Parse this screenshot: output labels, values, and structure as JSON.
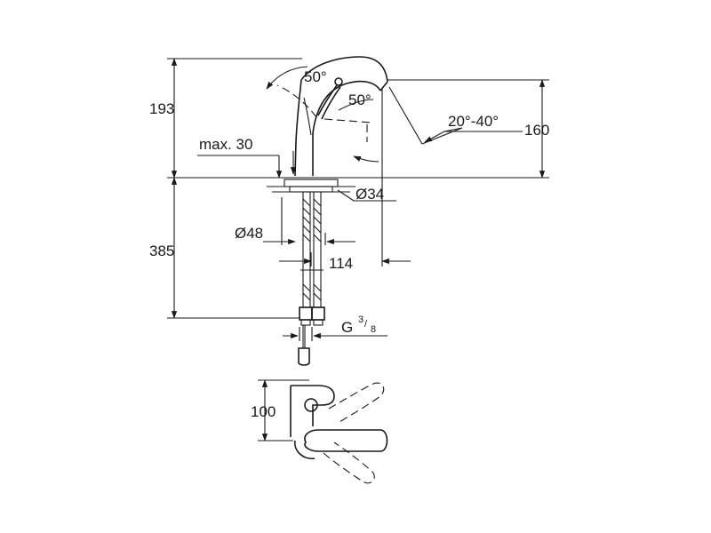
{
  "dimensions": {
    "height_above": "193",
    "height_below": "385",
    "spout_height": "160",
    "swivel_angle": "20°-40°",
    "lever_angle_top": "50°",
    "lever_angle_side": "50°",
    "max_thickness": "max. 30",
    "hole_diameter": "Ø34",
    "base_diameter": "Ø48",
    "reach": "114",
    "thread": "G",
    "thread_num": "3",
    "thread_den": "8",
    "lever_reach": "100"
  }
}
